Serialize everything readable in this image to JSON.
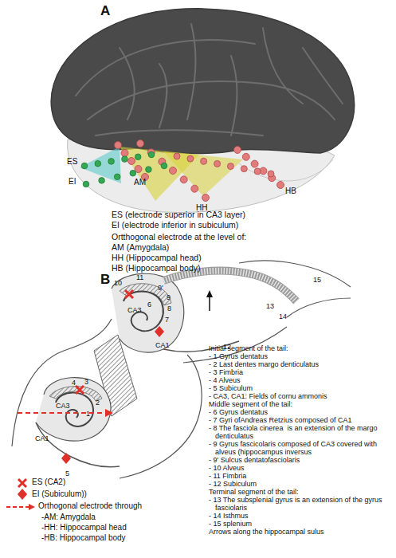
{
  "diagram": {
    "labels": [
      "A",
      "ES",
      "EI",
      "AM",
      "HH",
      "HB",
      "ES (electrode superior in CA3 layer)",
      "EI (electrode inferior in subiculum)",
      "Ortthogonal electrode at the level of:",
      "AM (Amygdala)",
      "HH (Hippocampal head)",
      "HB (Hippocampal body)",
      "B",
      "15",
      "14",
      "13",
      "12",
      "10",
      "11",
      "9'",
      "9",
      "8",
      "7",
      "6",
      "CA3",
      "CA1",
      "4",
      "3",
      "2",
      "1",
      "CA3",
      "CA1",
      "5",
      "Initial segment of the tail:",
      "- 1 Gyrus dentatus",
      "- 2 Last dentes margo denticulatus",
      "- 3 Fimbria",
      "- 4 Alveus",
      "- 5 Subiculum",
      "- CA3, CA1: Fields of cornu ammonis",
      "Middle segment of the tail:",
      "- 6 Gyrus dentatus",
      "- 7 Gyri ofAndreas Retzius composed of CA1",
      "- 8 The fasciola cinerea  is an extension of the margo denticulatus",
      "- 9 Gyrus fascicolaris composed of CA3 covered with alveus (hippocampus inversus",
      "- 9' Sulcus dentatofasciolaris",
      "- 10 Alveus",
      "- 11 Fimbria",
      "- 12 Subiculum",
      "Terminal segment of the tail:",
      "- 13 The subsplenial gyrus is an extension of the gyrus fasciolaris",
      "- 14 Isthmus",
      "- 15 splenium",
      "Arrows along the hippocampal sulus",
      "-AM: Amygdala",
      "-HH: Hippocampal head",
      "-HB: Hippocampal body"
    ],
    "legend": [
      {
        "text": "ES (CA2)"
      },
      {
        "text": "EI (Subiculum))"
      },
      {
        "text": "Orthogonal electrode through"
      }
    ]
  }
}
